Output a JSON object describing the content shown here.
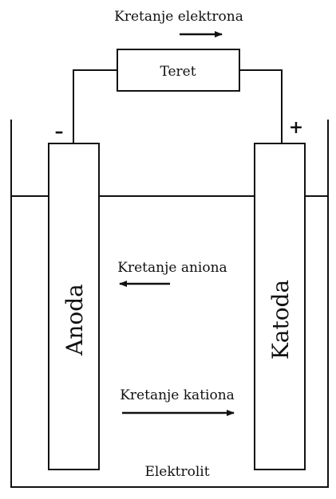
{
  "load_label": "Teret",
  "electron_flow_label": "Kretanje elektrona",
  "anode_label": "Anoda",
  "cathode_label": "Katoda",
  "anion_flow_label": "Kretanje aniona",
  "cation_flow_label": "Kretanje kationa",
  "electrolyte_label": "Elektrolit",
  "negative_sign": "–",
  "positive_sign": "+"
}
